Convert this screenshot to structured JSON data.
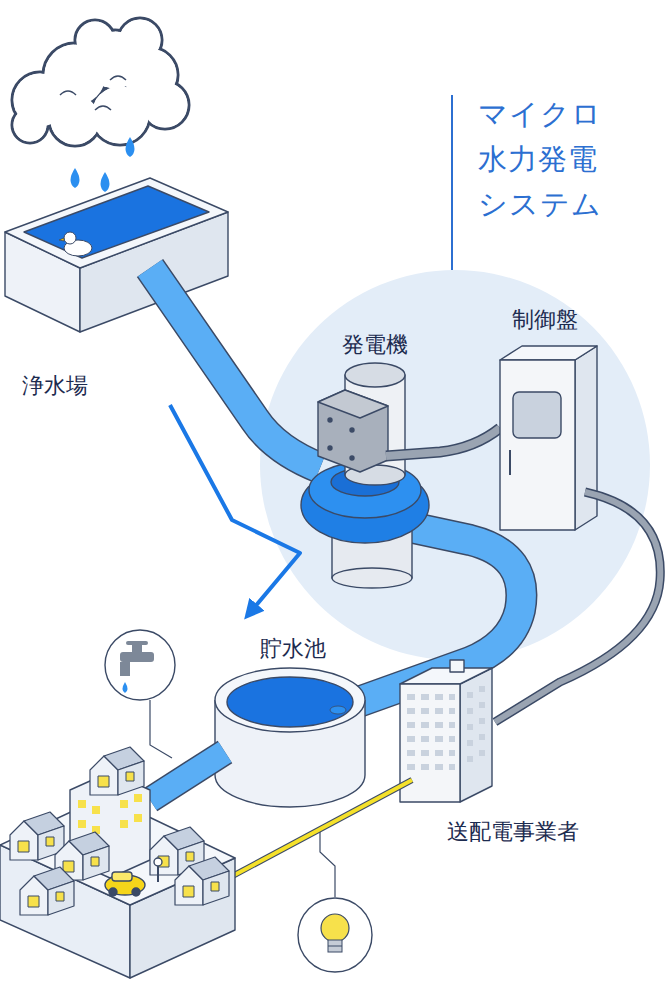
{
  "diagram": {
    "title": "マイクロ 水力発電 システム",
    "nodes": [
      {
        "text": [
          "浄水場"
        ]
      },
      {
        "text": [
          "発電機"
        ]
      },
      {
        "text": [
          "制御盤"
        ]
      },
      {
        "text": [
          "貯水池"
        ]
      },
      {
        "text": [
          "送配電事業者"
        ]
      }
    ],
    "edges": [
      {
        "from": 0,
        "to": 3,
        "arrow": "to"
      }
    ]
  }
}
